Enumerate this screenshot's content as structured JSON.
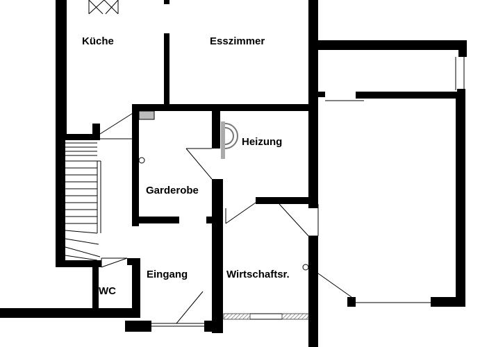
{
  "rooms": {
    "kueche": "Küche",
    "esszimmer": "Esszimmer",
    "heizung": "Heizung",
    "garderobe": "Garderobe",
    "eingang": "Eingang",
    "wirtschaftsraum": "Wirtschaftsr.",
    "wc": "WC"
  },
  "colors": {
    "wall": "#000000",
    "background": "#ffffff",
    "fill_gray": "#bbbbbb"
  }
}
